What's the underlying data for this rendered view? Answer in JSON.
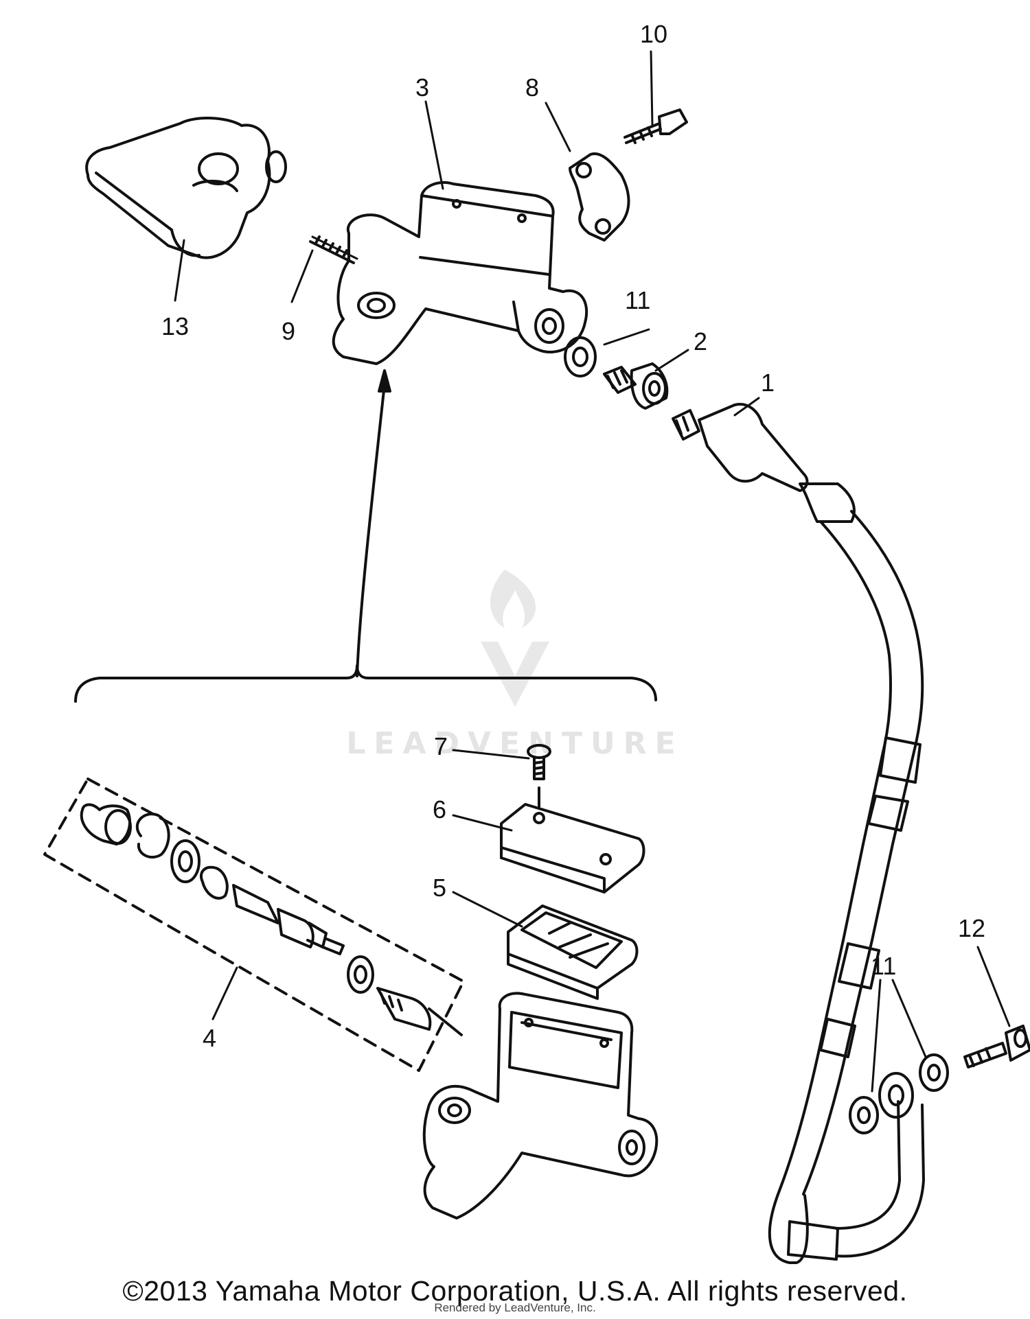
{
  "watermark": {
    "brand": "LEADVENTURE",
    "icon": "flame-v-logo-icon"
  },
  "callouts": {
    "c1": "1",
    "c2": "2",
    "c3": "3",
    "c4a": "4",
    "c4b": "4",
    "c5": "5",
    "c6": "6",
    "c7": "7",
    "c8": "8",
    "c9": "9",
    "c10": "10",
    "c11a": "11",
    "c11b": "11",
    "c12": "12",
    "c13": "13"
  },
  "footer": {
    "copyright": "©2013 Yamaha Motor Corporation, U.S.A. All rights reserved.",
    "rendered_by": "Rendered by LeadVenture, Inc."
  },
  "colors": {
    "line": "#111111",
    "watermark": "#e4e4e4"
  }
}
